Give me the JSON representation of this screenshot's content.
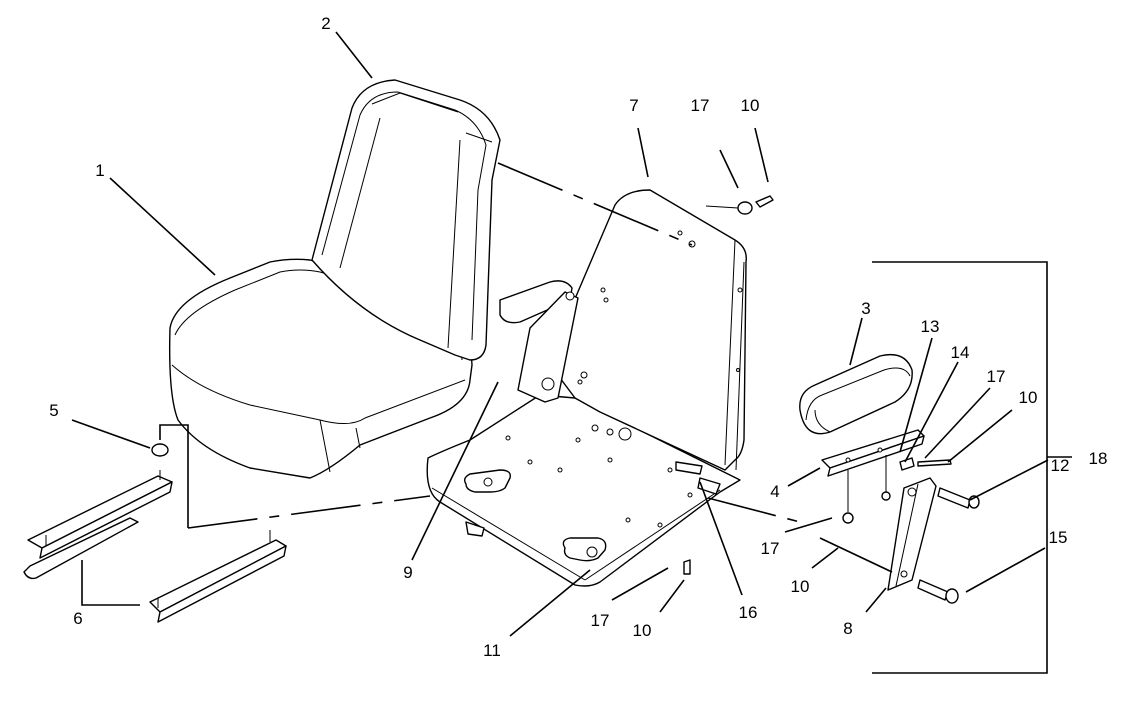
{
  "labels": {
    "l1": "1",
    "l2": "2",
    "l3": "3",
    "l4": "4",
    "l5": "5",
    "l6": "6",
    "l7": "7",
    "l8": "8",
    "l9": "9",
    "l10a": "10",
    "l10b": "10",
    "l10c": "10",
    "l10d": "10",
    "l11": "11",
    "l12": "12",
    "l13": "13",
    "l14": "14",
    "l15": "15",
    "l16": "16",
    "l17a": "17",
    "l17b": "17",
    "l17c": "17",
    "l17d": "17",
    "l18": "18"
  }
}
